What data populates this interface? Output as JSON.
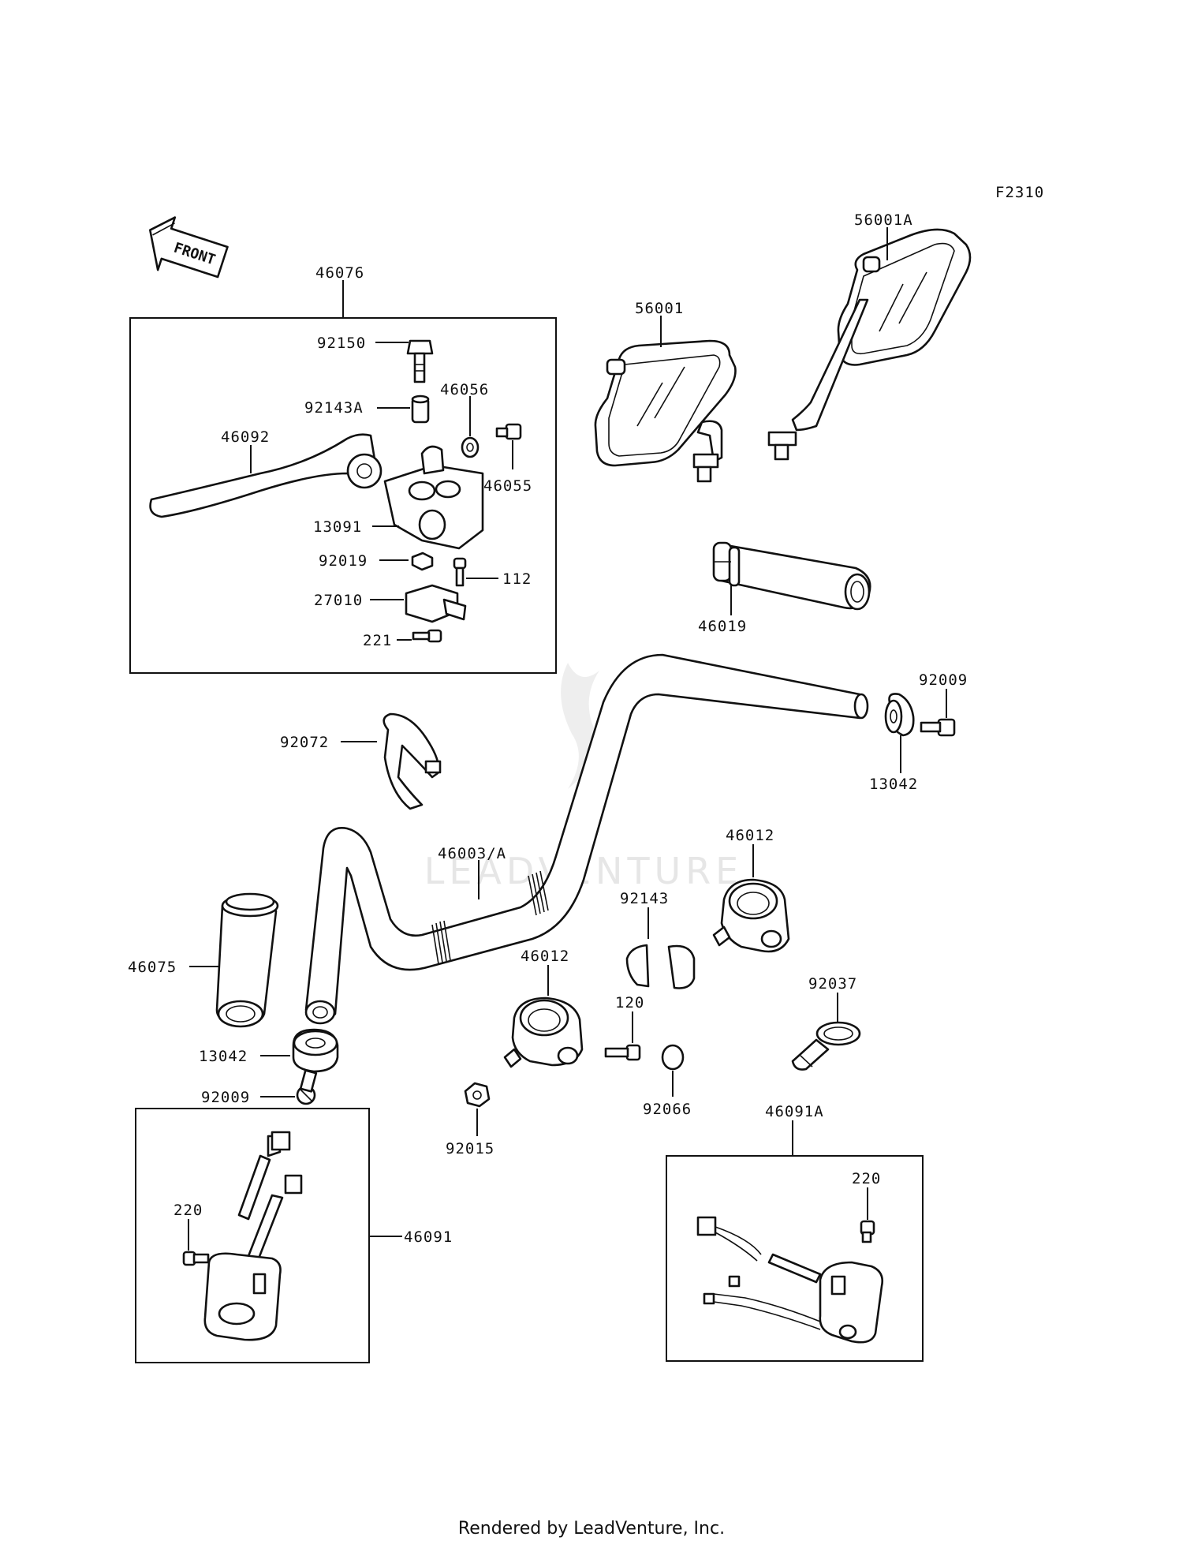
{
  "figure_code": "F2310",
  "front_arrow_text": "FRONT",
  "watermark": "LEADVENTURE",
  "credit": "Rendered by LeadVenture, Inc.",
  "labels": {
    "p46076": "46076",
    "p92150": "92150",
    "p92143A": "92143A",
    "p46056": "46056",
    "p46092": "46092",
    "p46055": "46055",
    "p13091": "13091",
    "p92019": "92019",
    "p112": "112",
    "p27010": "27010",
    "p221": "221",
    "p56001": "56001",
    "p56001A": "56001A",
    "p46019": "46019",
    "p92009_r": "92009",
    "p13042_r": "13042",
    "p92072": "92072",
    "p46003A": "46003/A",
    "p46012_top": "46012",
    "p92143": "92143",
    "p46012_mid": "46012",
    "p92037": "92037",
    "p46075": "46075",
    "p120": "120",
    "p13042_l": "13042",
    "p92009_l": "92009",
    "p92066": "92066",
    "p92015": "92015",
    "p46091A": "46091A",
    "p220_r": "220",
    "p220_l": "220",
    "p46091": "46091"
  }
}
